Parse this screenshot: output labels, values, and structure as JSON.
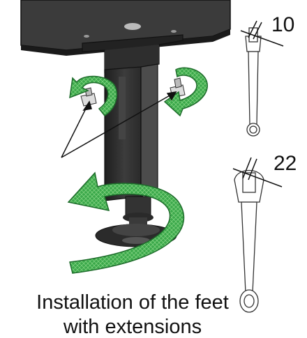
{
  "wrench_small": {
    "size": "10",
    "icon": "open-box-wrench-icon"
  },
  "wrench_large": {
    "size": "22",
    "icon": "open-box-wrench-icon"
  },
  "caption": {
    "line1": "Installation of the feet",
    "line2": "with extensions"
  },
  "colors": {
    "arrow_green": "#2a9a3c",
    "arrow_green_light": "#8fd08f",
    "metal_dark": "#2b2b2b",
    "metal_mid": "#4a4a4a"
  }
}
